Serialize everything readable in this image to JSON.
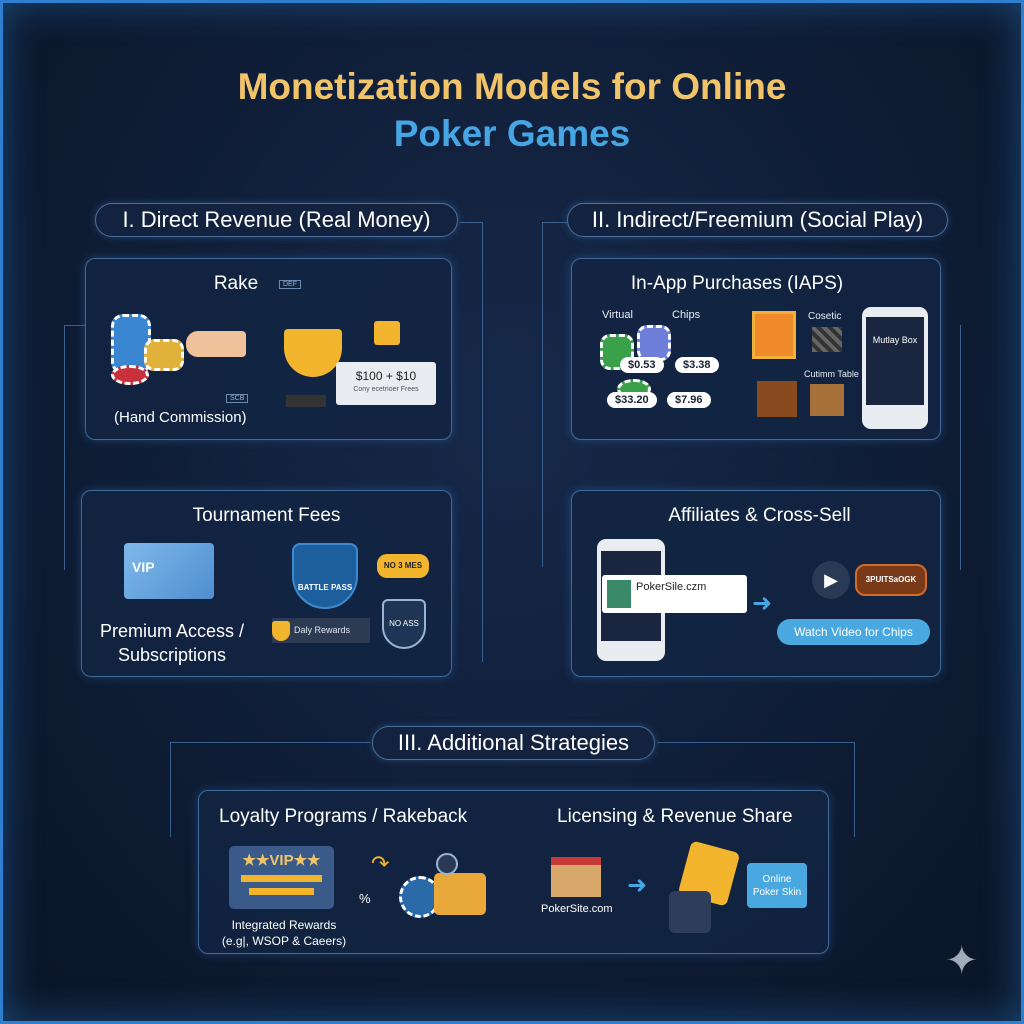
{
  "title": {
    "line1": "Monetization Models for Online",
    "line2": "Poker Games"
  },
  "colors": {
    "title_gold": "#f2c46a",
    "title_blue": "#46a6e4",
    "accent_blue": "#46a6e4",
    "background": "#0e1c34"
  },
  "sections": {
    "direct": {
      "header": "I. Direct Revenue (Real Money)",
      "rake": {
        "title": "Rake",
        "subtitle": "(Hand Commission)",
        "ticket_price": "$100 + $10",
        "ticket_caption": "Cony ecetrioer Frees",
        "badge_top": "DEF",
        "badge_bottom": "SCB"
      },
      "tournament": {
        "title": "Tournament Fees",
        "vip_label": "VIP",
        "premium": "Premium Access /",
        "subscriptions": "Subscriptions",
        "battle_pass": "Battle Pass",
        "daily_rewards": "Daly Rewards",
        "badge_1": "NO 3 MES",
        "badge_2": "NO ASS"
      }
    },
    "indirect": {
      "header": "II. Indirect/Freemium (Social Play)",
      "iaps": {
        "title": "In-App Purchases (IAPS)",
        "virtual": "Virtual",
        "chips": "Chips",
        "prices": [
          "$0.53",
          "$3.38",
          "$33.20",
          "$7.96"
        ],
        "cosmetic": "Cosetic",
        "custom_table": "Cutimm Table",
        "mystery_box": "Mutlay Box"
      },
      "affiliates": {
        "title": "Affiliates & Cross-Sell",
        "site": "PokerSile.czm",
        "button": "Watch Video for Chips",
        "sportsbook": "3PUITSaOGK"
      }
    },
    "additional": {
      "header": "III. Additional Strategies",
      "loyalty": {
        "title": "Loyalty Programs / Rakeback",
        "vip": "★★VIP★★",
        "percent": "%",
        "caption_1": "Integrated Rewards",
        "caption_2": "(e.g|, WSOP & Caeers)"
      },
      "licensing": {
        "title": "Licensing & Revenue Share",
        "site": "PokerSite.com",
        "skin_1": "Online",
        "skin_2": "Poker Skin"
      }
    }
  }
}
